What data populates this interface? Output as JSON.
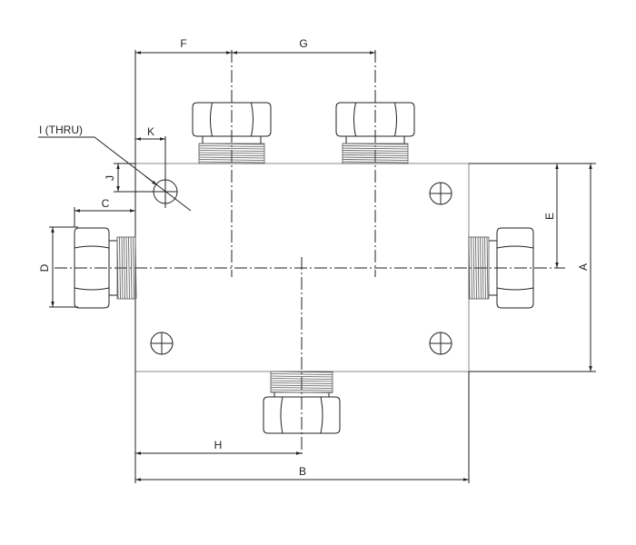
{
  "drawing": {
    "labels": {
      "A": "A",
      "B": "B",
      "C": "C",
      "D": "D",
      "E": "E",
      "F": "F",
      "G": "G",
      "H": "H",
      "I": "I (THRU)",
      "J": "J",
      "K": "K"
    },
    "colors": {
      "line": "#222222",
      "body_edge": "#888888",
      "thread": "#555555"
    }
  }
}
